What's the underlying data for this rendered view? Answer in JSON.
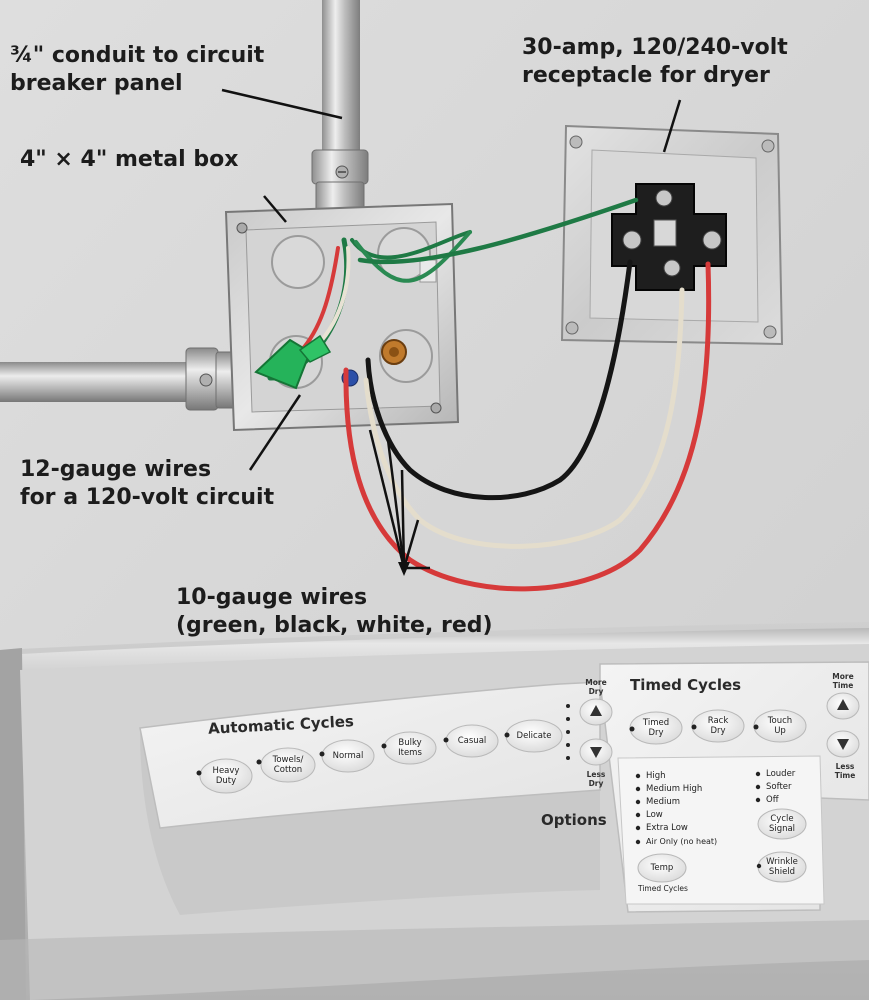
{
  "callouts": {
    "conduit_line1": "¾\" conduit to circuit",
    "conduit_line2": "breaker panel",
    "metal_box": "4\" × 4\" metal box",
    "receptacle_line1": "30-amp, 120/240-volt",
    "receptacle_line2": "receptacle for dryer",
    "gauge12_line1": "12-gauge wires",
    "gauge12_line2": "for a 120-volt circuit",
    "gauge10_line1": "10-gauge wires",
    "gauge10_line2": "(green, black, white, red)"
  },
  "panel": {
    "automatic_cycles_title": "Automatic Cycles",
    "automatic_buttons": [
      {
        "line1": "Heavy",
        "line2": "Duty"
      },
      {
        "line1": "Towels/",
        "line2": "Cotton"
      },
      {
        "line1": "Normal",
        "line2": ""
      },
      {
        "line1": "Bulky",
        "line2": "Items"
      },
      {
        "line1": "Casual",
        "line2": ""
      },
      {
        "line1": "Delicate",
        "line2": ""
      }
    ],
    "more_dry": {
      "line1": "More",
      "line2": "Dry"
    },
    "less_dry": {
      "line1": "Less",
      "line2": "Dry"
    },
    "timed_cycles_title": "Timed Cycles",
    "timed_buttons": [
      {
        "line1": "Timed",
        "line2": "Dry"
      },
      {
        "line1": "Rack",
        "line2": "Dry"
      },
      {
        "line1": "Touch",
        "line2": "Up"
      }
    ],
    "more_time": {
      "line1": "More",
      "line2": "Time"
    },
    "less_time": {
      "line1": "Less",
      "line2": "Time"
    },
    "options_title": "Options",
    "temp_levels": [
      "High",
      "Medium High",
      "Medium",
      "Low",
      "Extra Low",
      "Air Only (no heat)"
    ],
    "signal_levels": [
      "Louder",
      "Softer",
      "Off"
    ],
    "cycle_signal": {
      "line1": "Cycle",
      "line2": "Signal"
    },
    "temp_button": "Temp",
    "wrinkle_shield": {
      "line1": "Wrinkle",
      "line2": "Shield"
    },
    "timed_cycles_note": "Timed Cycles"
  },
  "colors": {
    "wall": "#d9d9d9",
    "wire_green": "#1f7a45",
    "wire_black": "#151515",
    "wire_white": "#e4ddcc",
    "wire_red": "#d63a3a",
    "wire_nut": "#25b35a"
  }
}
